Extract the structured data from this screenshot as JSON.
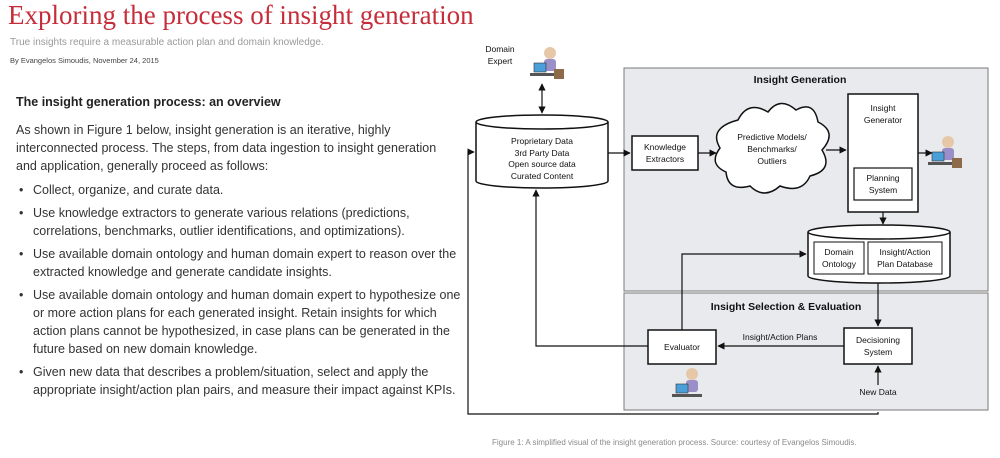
{
  "article": {
    "title": "Exploring the process of insight generation",
    "subtitle": "True insights require a measurable action plan and domain knowledge.",
    "byline": "By Evangelos Simoudis, November 24, 2015"
  },
  "section": {
    "heading": "The insight generation process: an overview",
    "intro": "As shown in Figure 1 below, insight generation is an iterative, highly interconnected process. The steps, from data ingestion to insight generation and application, generally proceed as follows:",
    "bullets": [
      "Collect, organize, and curate data.",
      "Use knowledge extractors to generate various relations (predictions, correlations, benchmarks, outlier identifications, and optimizations).",
      "Use available domain ontology and human domain expert to reason over the extracted knowledge and generate candidate insights.",
      "Use available domain ontology and human domain expert to hypothesize one or more action plans for each generated insight. Retain insights for which action plans cannot be hypothesized, in case plans can be generated in the future based on new domain knowledge.",
      "Given new data that describes a problem/situation, select and apply the appropriate insight/action plan pairs, and measure their impact against KPIs."
    ]
  },
  "figure": {
    "caption": "Figure 1: A simplified visual of the insight generation process. Source: courtesy of Evangelos Simoudis.",
    "domain_expert": [
      "Domain",
      "Expert"
    ],
    "insight_generation_title": "Insight Generation",
    "selection_title": "Insight Selection & Evaluation",
    "data_store": [
      "Proprietary Data",
      "3rd Party Data",
      "Open source data",
      "Curated Content"
    ],
    "knowledge_extractors": [
      "Knowledge",
      "Extractors"
    ],
    "cloud": [
      "Predictive Models/",
      "Benchmarks/",
      "Outliers"
    ],
    "insight_generator": [
      "Insight",
      "Generator"
    ],
    "planning_system": [
      "Planning",
      "System"
    ],
    "domain_ontology": [
      "Domain",
      "Ontology"
    ],
    "action_plan_db": [
      "Insight/Action",
      "Plan Database"
    ],
    "evaluator": "Evaluator",
    "decisioning_system": [
      "Decisioning",
      "System"
    ],
    "insight_action_plans": "Insight/Action Plans",
    "new_data": "New Data",
    "colors": {
      "panel": "#e9eaee",
      "title_red": "#c62d3a"
    }
  }
}
